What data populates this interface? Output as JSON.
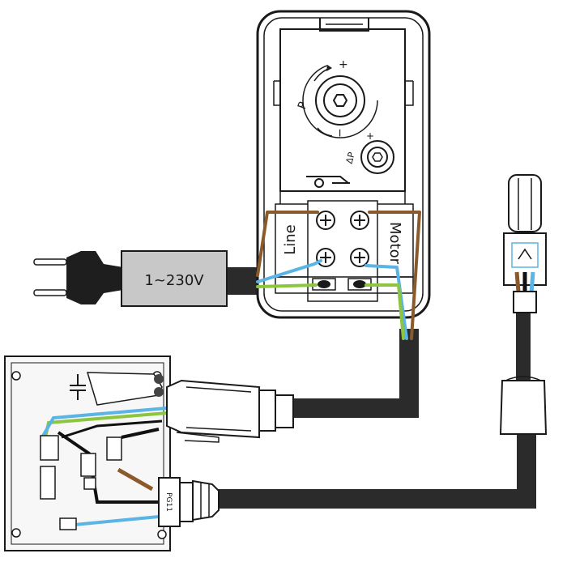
{
  "labels": {
    "voltage": "1~230V",
    "line": "Line",
    "motor": "Motor",
    "pressure": "P",
    "plus": "+",
    "minus": "−",
    "delta_p": "ΔP",
    "gland": "PG11"
  },
  "colors": {
    "cable": "#2b2b2b",
    "brown": "#8b5a2b",
    "blue": "#5ab4e6",
    "green_yellow": "#8cc63f",
    "black": "#111111",
    "housing": "#ffffff",
    "plug_body": "#c8c8c8",
    "box_fill": "#f7f7f7"
  }
}
